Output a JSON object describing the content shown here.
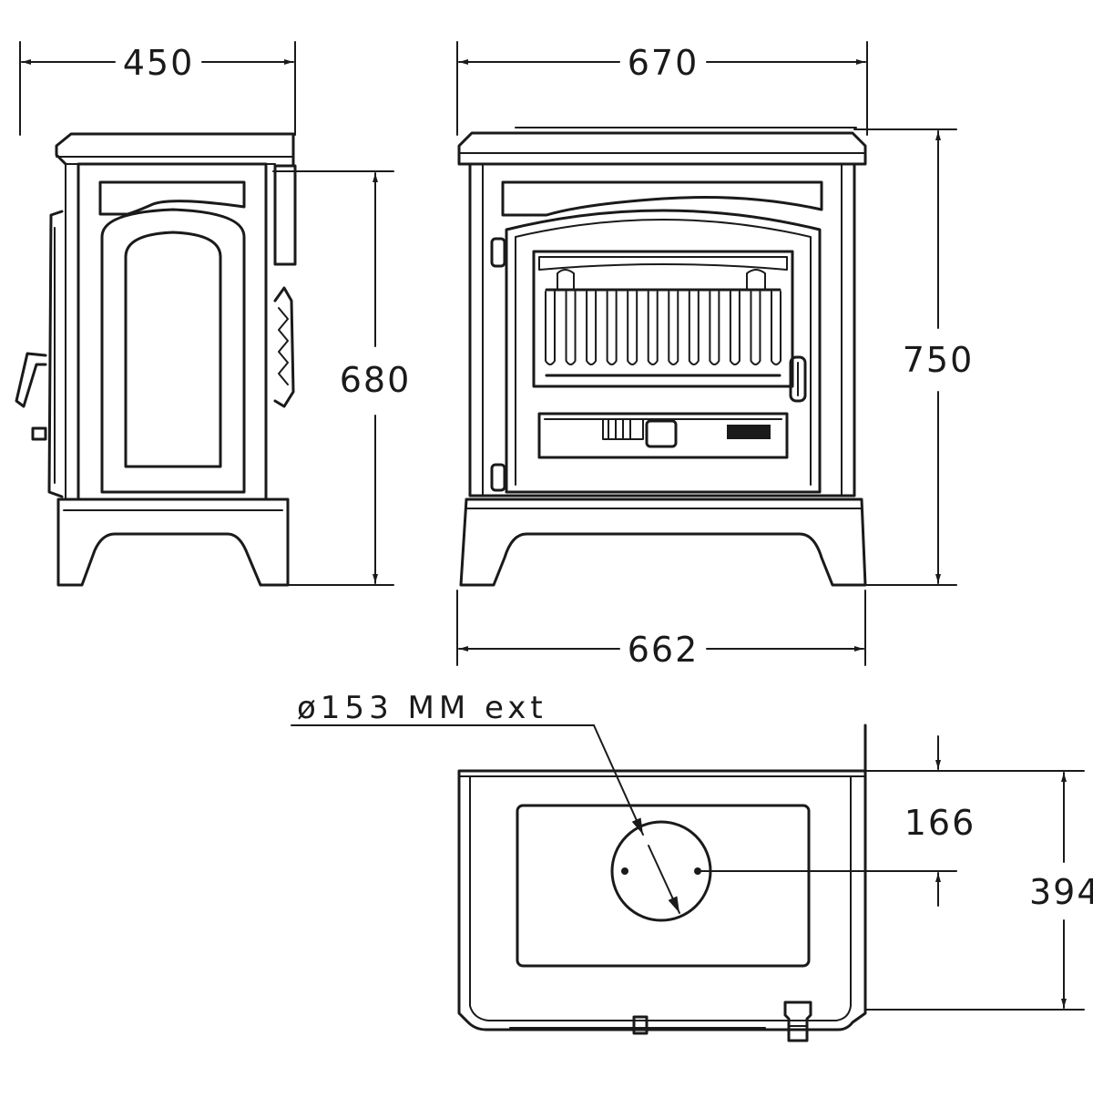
{
  "dimensions": {
    "side_depth": "450",
    "side_height": "680",
    "front_width_top": "670",
    "front_height": "750",
    "front_width_base": "662",
    "flue_diameter": "ø153 MM ext",
    "flue_offset": "166",
    "plan_depth": "394"
  },
  "colors": {
    "ink": "#1a1a1a",
    "background": "#ffffff"
  }
}
